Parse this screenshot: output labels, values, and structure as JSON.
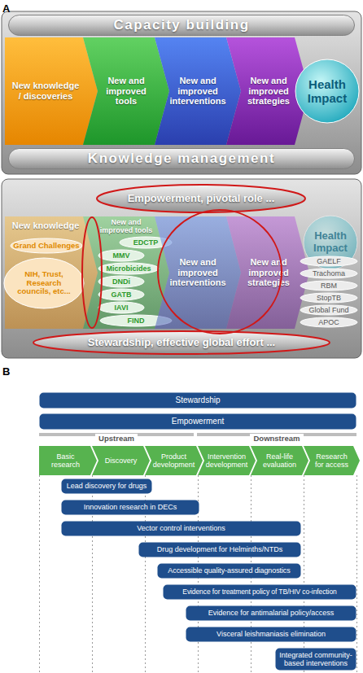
{
  "diagram": {
    "nodes": [
      {
        "text": [
          "Capacity building"
        ]
      },
      {
        "text": [
          "New knowledge / discoveries"
        ]
      },
      {
        "text": [
          "New and improved tools"
        ]
      },
      {
        "text": [
          "New and improved interventions"
        ]
      },
      {
        "text": [
          "New and improved strategies"
        ]
      },
      {
        "text": [
          "Health Impact"
        ]
      },
      {
        "text": [
          "Knowledge management"
        ]
      },
      {
        "text": [
          "Empowerment, pivotal role ..."
        ]
      },
      {
        "text": [
          "New knowledge"
        ]
      },
      {
        "text": [
          "Grand Challenges"
        ]
      },
      {
        "text": [
          "NIH, Trust, Research councils, etc..."
        ]
      },
      {
        "text": [
          "New and improved tools"
        ]
      },
      {
        "text": [
          "EDCTP"
        ]
      },
      {
        "text": [
          "MMV"
        ]
      },
      {
        "text": [
          "Microbicides"
        ]
      },
      {
        "text": [
          "DNDi"
        ]
      },
      {
        "text": [
          "GATB"
        ]
      },
      {
        "text": [
          "IAVI"
        ]
      },
      {
        "text": [
          "FIND"
        ]
      },
      {
        "text": [
          "New and improved interventions"
        ]
      },
      {
        "text": [
          "New and improved strategies"
        ]
      },
      {
        "text": [
          "Health Impact"
        ]
      },
      {
        "text": [
          "GAELF"
        ]
      },
      {
        "text": [
          "Trachoma"
        ]
      },
      {
        "text": [
          "RBM"
        ]
      },
      {
        "text": [
          "StopTB"
        ]
      },
      {
        "text": [
          "Global Fund"
        ]
      },
      {
        "text": [
          "APOC"
        ]
      },
      {
        "text": [
          "Stewardship, effective global effort ..."
        ]
      },
      {
        "text": [
          "Stewardship"
        ]
      },
      {
        "text": [
          "Empowerment"
        ]
      },
      {
        "text": [
          "Basic research"
        ]
      },
      {
        "text": [
          "Discovery"
        ]
      },
      {
        "text": [
          "Product development"
        ]
      },
      {
        "text": [
          "Intervention development"
        ]
      },
      {
        "text": [
          "Real-life evaluation"
        ]
      },
      {
        "text": [
          "Research for access"
        ]
      },
      {
        "text": [
          "Lead discovery for drugs"
        ]
      },
      {
        "text": [
          "Innovation research in DECs"
        ]
      },
      {
        "text": [
          "Vector control interventions"
        ]
      },
      {
        "text": [
          "Drug development for Helminths/NTDs"
        ]
      },
      {
        "text": [
          "Accessible quality-assured diagnostics"
        ]
      },
      {
        "text": [
          "Evidence for treatment policy of TB/HIV co-infection"
        ]
      },
      {
        "text": [
          "Evidence for antimalarial policy/access"
        ]
      },
      {
        "text": [
          "Visceral leishmaniasis elimination"
        ]
      },
      {
        "text": [
          "Integrated community-based interventions"
        ]
      }
    ],
    "labels": [
      "A",
      "B",
      "Upstream",
      "Downstream"
    ]
  }
}
